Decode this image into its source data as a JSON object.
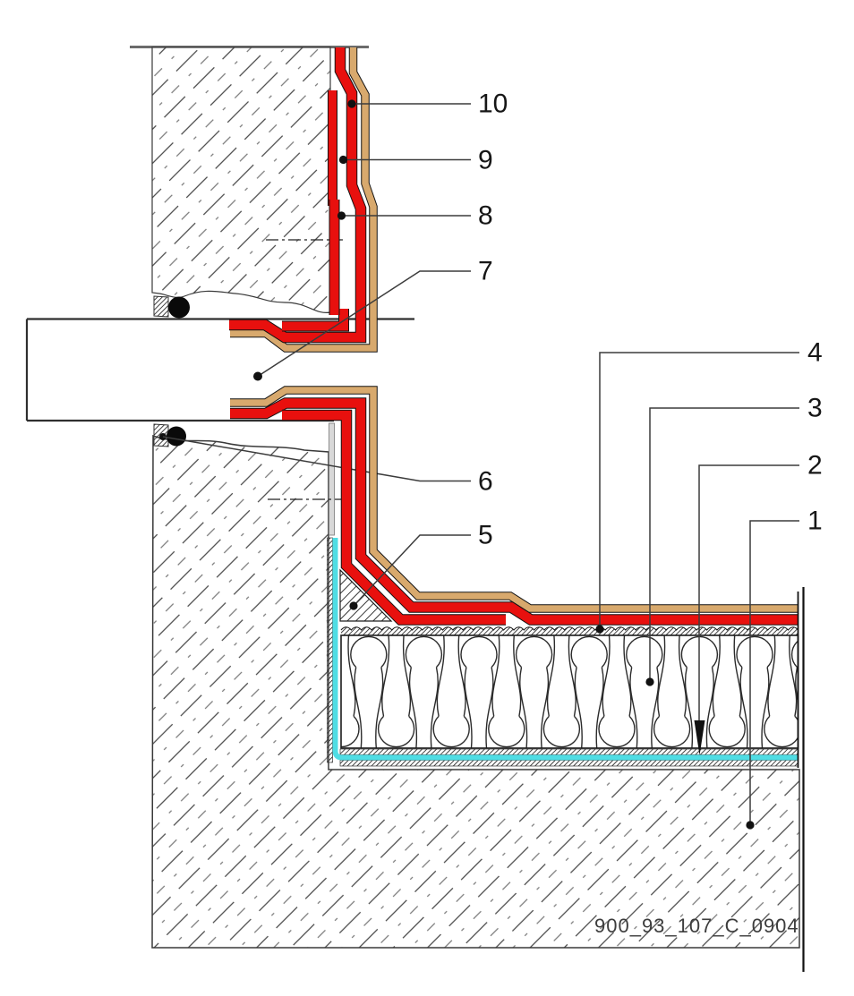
{
  "drawing": {
    "type": "construction-detail-section",
    "drawing_number": "900_93_107_C_0904",
    "callouts": [
      "1",
      "2",
      "3",
      "4",
      "5",
      "6",
      "7",
      "8",
      "9",
      "10"
    ]
  },
  "colors": {
    "membrane_red": "#e8100e",
    "protection_tan": "#d8a96d",
    "barrier_cyan": "#4fdde4"
  }
}
